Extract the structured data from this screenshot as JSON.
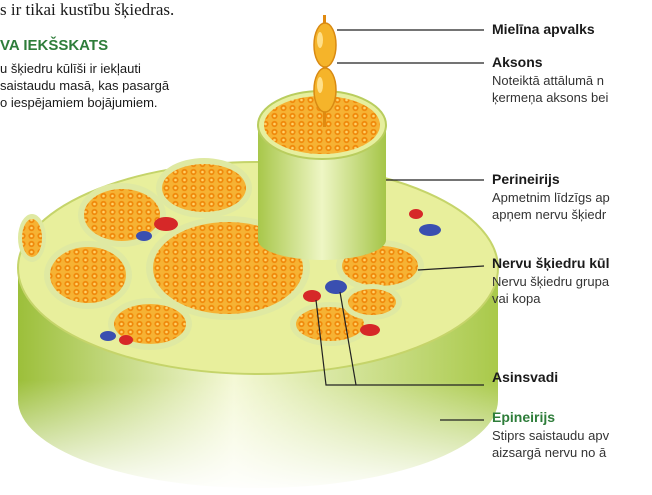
{
  "intro": {
    "top_line": "s ir tikai kustību šķiedras.",
    "heading": "VA IEKŠSKATS",
    "body_lines": [
      "u šķiedru kūlīši ir iekļauti",
      "saistaudu masā, kas pasargā",
      "o iespējamiem bojājumiem."
    ]
  },
  "labels": {
    "mielina": {
      "title": "Mielīna apvalks"
    },
    "aksons": {
      "title": "Aksons",
      "lines": [
        "Noteiktā attālumā n",
        "ķermeņa aksons bei"
      ]
    },
    "perineirijs": {
      "title": "Perineirijs",
      "lines": [
        "Apmetnim līdzīgs ap",
        "apņem nervu šķiedr"
      ]
    },
    "kulitis": {
      "title": "Nervu šķiedru kūl",
      "lines": [
        "Nervu šķiedru grupa",
        "vai kopa"
      ]
    },
    "asinsvadi": {
      "title": "Asinsvadi"
    },
    "epineirijs": {
      "title": "Epineirijs",
      "lines": [
        "Stiprs saistaudu apv",
        "aizsargā nervu no ā"
      ]
    }
  },
  "colors": {
    "epineurium": "#d8e89a",
    "fascicle_fill": "#f5ad2a",
    "axon": "#f2a21a",
    "artery": "#d62828",
    "vein": "#3a4fb0",
    "title_green": "#2e7d3a"
  }
}
